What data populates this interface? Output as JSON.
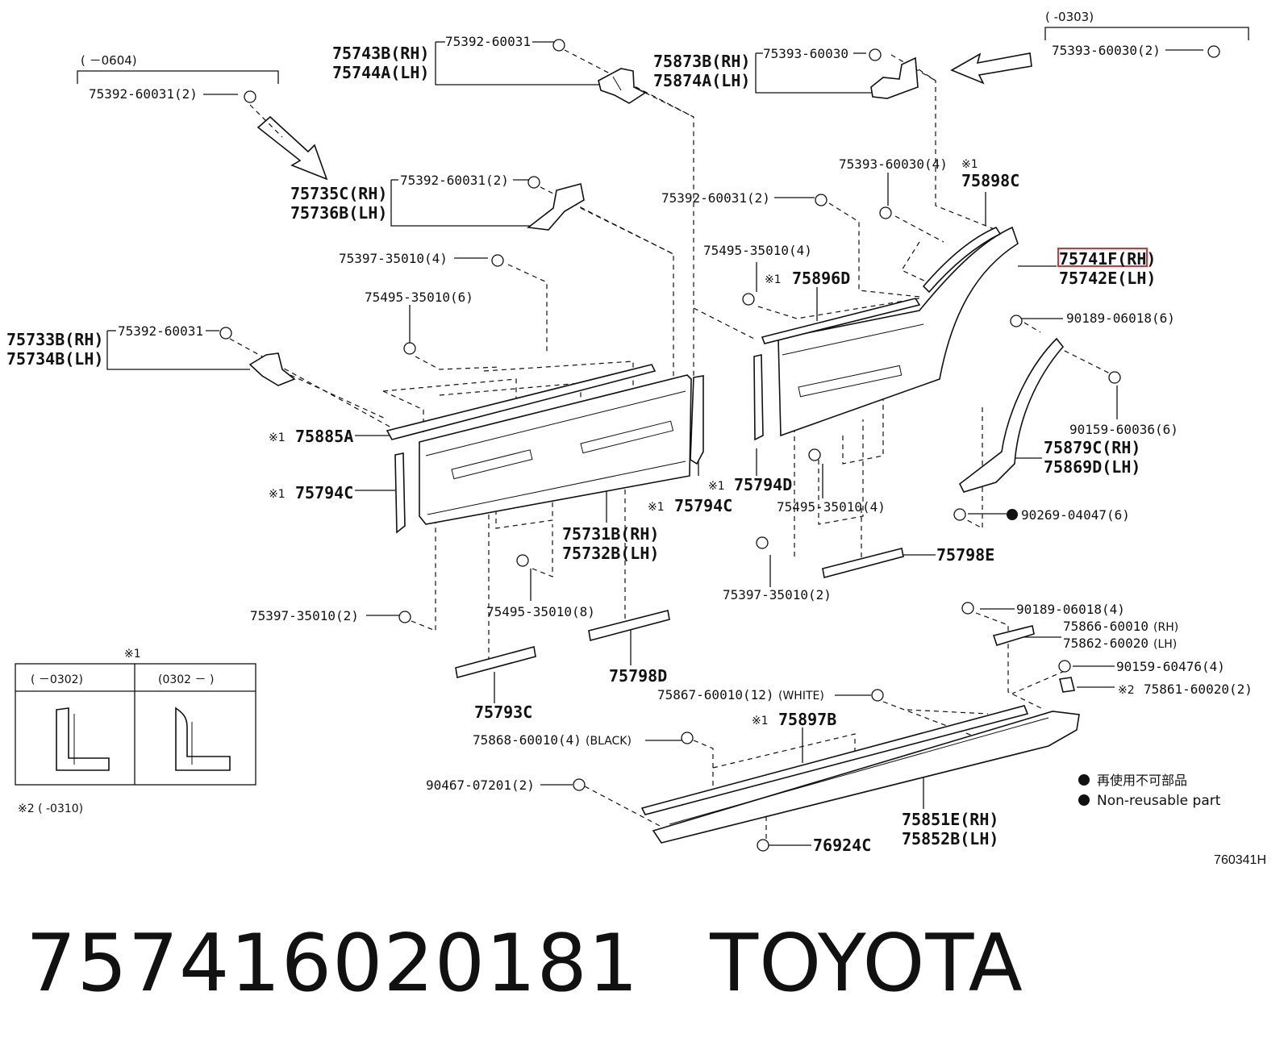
{
  "labels": {
    "range_0604": "(  －0604)",
    "c_75392_60031_2a": "75392-60031(2)",
    "r_75743B": "75743B(RH)",
    "r_75744A": "75744A(LH)",
    "c_75392_60031a": "75392-60031",
    "r_75873B": "75873B(RH)",
    "r_75874A": "75874A(LH)",
    "c_75393_60030a": "75393-60030",
    "range_0303": "(  -0303)",
    "c_75393_60030_2": "75393-60030(2)",
    "c_75393_60030_4": "75393-60030(4)",
    "mark1_a": "※1",
    "p_75898C": "75898C",
    "r_75735C": "75735C(RH)",
    "r_75736B": "75736B(LH)",
    "c_75392_60031_2b": "75392-60031(2)",
    "c_75392_60031_2c": "75392-60031(2)",
    "p_75741F": "75741F(RH)",
    "p_75742E": "75742E(LH)",
    "c_75397_35010_4": "75397-35010(4)",
    "c_75495_35010_4a": "75495-35010(4)",
    "mark1_b": "※1",
    "p_75896D": "75896D",
    "c_75495_35010_6": "75495-35010(6)",
    "c_90189_06018_6": "90189-06018(6)",
    "r_75733B": "75733B(RH)",
    "r_75734B": "75734B(LH)",
    "c_75392_60031b": "75392-60031",
    "c_90159_60036_6": "90159-60036(6)",
    "mark1_c": "※1",
    "p_75885A": "75885A",
    "r_75879C": "75879C(RH)",
    "r_75869D": "75869D(LH)",
    "mark1_d": "※1",
    "p_75794D": "75794D",
    "mark1_e": "※1",
    "p_75794C_a": "75794C",
    "c_75495_35010_4b": "75495-35010(4)",
    "c_90269_04047_6": "90269-04047(6)",
    "mark1_f": "※1",
    "p_75794C_b": "75794C",
    "r_75731B": "75731B(RH)",
    "r_75732B": "75732B(LH)",
    "p_75798E": "75798E",
    "c_75397_35010_2a": "75397-35010(2)",
    "c_75495_35010_8": "75495-35010(8)",
    "c_75397_35010_2b": "75397-35010(2)",
    "c_90189_06018_4": "90189-06018(4)",
    "r_75866": "75866-60010",
    "r_75866_s": "(RH)",
    "r_75862": "75862-60020",
    "r_75862_s": "(LH)",
    "mark1_g": "※1",
    "c_90159_60476_4": "90159-60476(4)",
    "p_75798D": "75798D",
    "mark2_a": "※2",
    "c_75861_60020_2": "75861-60020(2)",
    "c_75867_60010_12": "75867-60010(12)",
    "c_75867_white": "(WHITE)",
    "p_75793C": "75793C",
    "mark1_h": "※1",
    "p_75897B": "75897B",
    "c_75868_60010_4": "75868-60010(4)",
    "c_75868_black": "(BLACK)",
    "inset_left": "(  －0302)",
    "inset_right": "(0302 －  )",
    "c_90467_07201_2": "90467-07201(2)",
    "legend_jp": "再使用不可部品",
    "legend_en": "Non-reusable part",
    "r_75851E": "75851E(RH)",
    "r_75852B": "75852B(LH)",
    "mark2_range": "※2 (    -0310)",
    "p_76924C": "76924C"
  },
  "drawing_code": "760341H",
  "caption": {
    "part_number": "757416020181",
    "brand": "TOYOTA"
  },
  "highlight_color": "#e03030"
}
